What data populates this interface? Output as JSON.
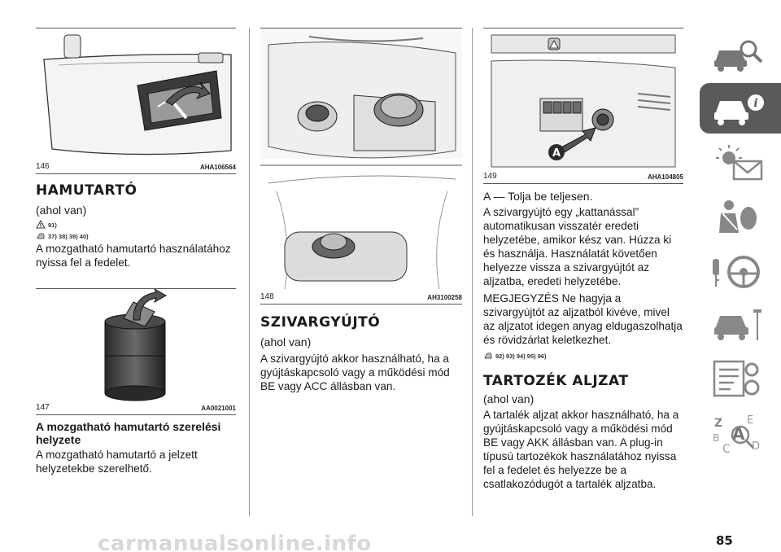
{
  "col1": {
    "fig146": {
      "num": "146",
      "code": "AHA106564"
    },
    "heading": "HAMUTARTÓ",
    "sub": "(ahol van)",
    "refs1": "91)",
    "refs2": "37) 38) 39) 40)",
    "para": "A mozgatható hamutartó használatához nyissa fel a fedelet.",
    "fig147": {
      "num": "147",
      "code": "AA0021001"
    },
    "subheading": "A mozgatható hamutartó szerelési helyzete",
    "para2": "A mozgatható hamutartó a jelzett helyzetekbe szerelhető."
  },
  "col2": {
    "fig148": {
      "num": "148",
      "code": "AH3100258"
    },
    "heading": "SZIVARGYÚJTÓ",
    "sub": "(ahol van)",
    "para": "A szivargyújtó akkor használható, ha a gyújtáskapcsoló vagy a működési mód BE vagy ACC állásban van."
  },
  "col3": {
    "fig149": {
      "num": "149",
      "code": "AHA104805",
      "label": "A"
    },
    "p1": "A — Tolja be teljesen.",
    "p2": "A szivargyújtó egy „kattanással” automatikusan visszatér eredeti helyzetébe, amikor kész van. Húzza ki és használja. Használatát követően helyezze vissza a szivargyújtót az aljzatba, eredeti helyzetébe.",
    "p3": "MEGJEGYZÉS Ne hagyja a szivargyújtót az aljzatból kivéve, mivel az aljzatot idegen anyag eldugaszolhatja és rövidzárlat keletkezhet.",
    "refs": "92) 93) 94) 95) 96)",
    "heading": "TARTOZÉK ALJZAT",
    "sub": "(ahol van)",
    "para": "A tartalék aljzat akkor használható, ha a gyújtáskapcsoló vagy a működési mód BE vagy AKK állásban van. A plug-in típusú tartozékok használatához nyissa fel a fedelet és helyezze be a csatlakozódugót a tartalék aljzatba."
  },
  "sidebar": {
    "icons": [
      "car-search-icon",
      "car-info-icon",
      "warning-light-message-icon",
      "seatbelt-airbag-icon",
      "steering-wheel-key-icon",
      "car-service-icon",
      "specifications-settings-icon",
      "alphabetical-index-icon"
    ],
    "active_index": 1,
    "index_letters": "Z E B A C D"
  },
  "footer": {
    "page_number": "85",
    "watermark": "carmanualsonline.info"
  },
  "colors": {
    "sidebar_active": "#5a5a5a",
    "sidebar_icon": "#6b6b6b",
    "text": "#1a1a1a"
  }
}
